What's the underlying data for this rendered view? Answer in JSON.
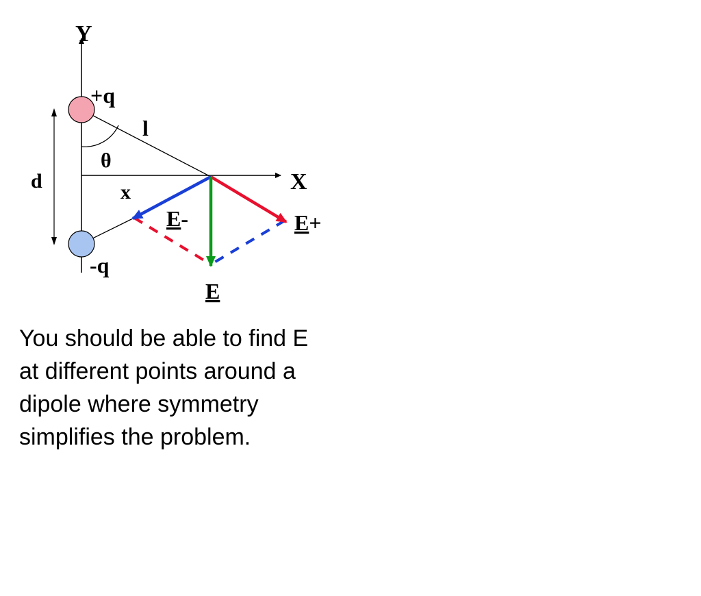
{
  "diagram": {
    "labels": {
      "y_axis": "Y",
      "x_axis": "X",
      "plus_charge": "+q",
      "minus_charge": "-q",
      "length": "l",
      "angle": "θ",
      "separation": "d",
      "distance": "x",
      "e_minus_letter": "E",
      "e_minus_sign": "-",
      "e_plus_letter": "E",
      "e_plus_sign": "+",
      "e_total": "E"
    },
    "colors": {
      "positive_charge": "#f4a3b0",
      "negative_charge": "#a8c4f0",
      "e_plus_vector": "#e8102e",
      "e_minus_vector": "#1a3fd6",
      "e_total_vector": "#0a9a1a",
      "lines": "#000000"
    }
  },
  "caption": {
    "text": "You should be able to find E at different points around a dipole where symmetry simplifies the problem."
  }
}
